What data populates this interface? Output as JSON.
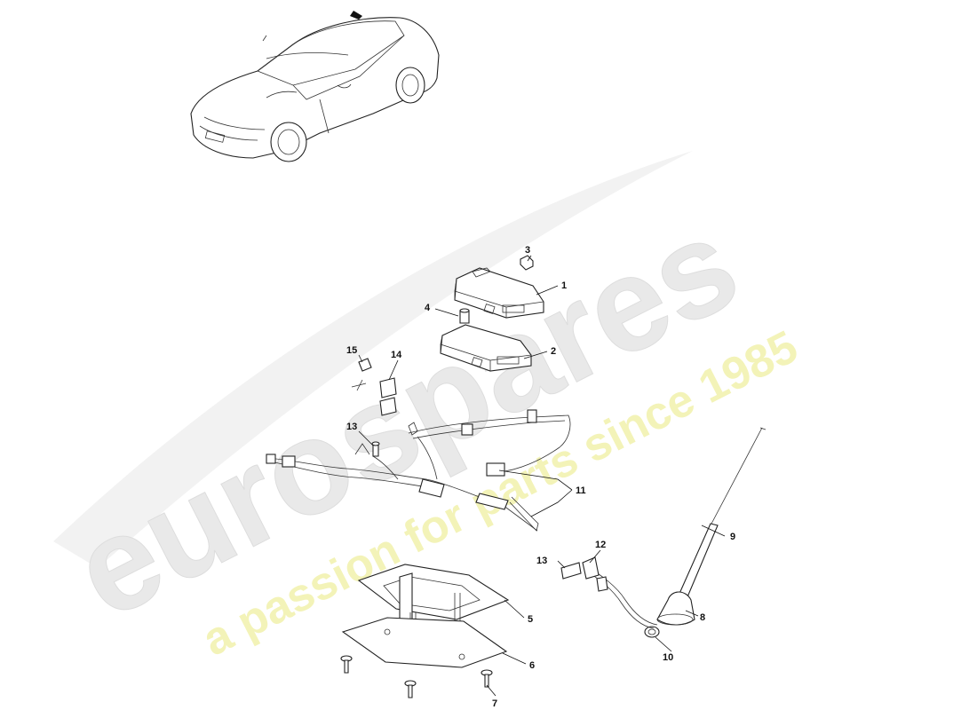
{
  "watermark": {
    "brand": "eurospares",
    "tagline": "a passion for parts since 1985",
    "brand_color": "#e9e9e9",
    "tagline_color": "#f3f3b8"
  },
  "callouts": {
    "c1": "1",
    "c2": "2",
    "c3": "3",
    "c4": "4",
    "c5": "5",
    "c6": "6",
    "c7": "7",
    "c8": "8",
    "c9": "9",
    "c10": "10",
    "c11": "11",
    "c12": "12",
    "c13a": "13",
    "c13b": "13",
    "c14": "14",
    "c15": "15"
  }
}
